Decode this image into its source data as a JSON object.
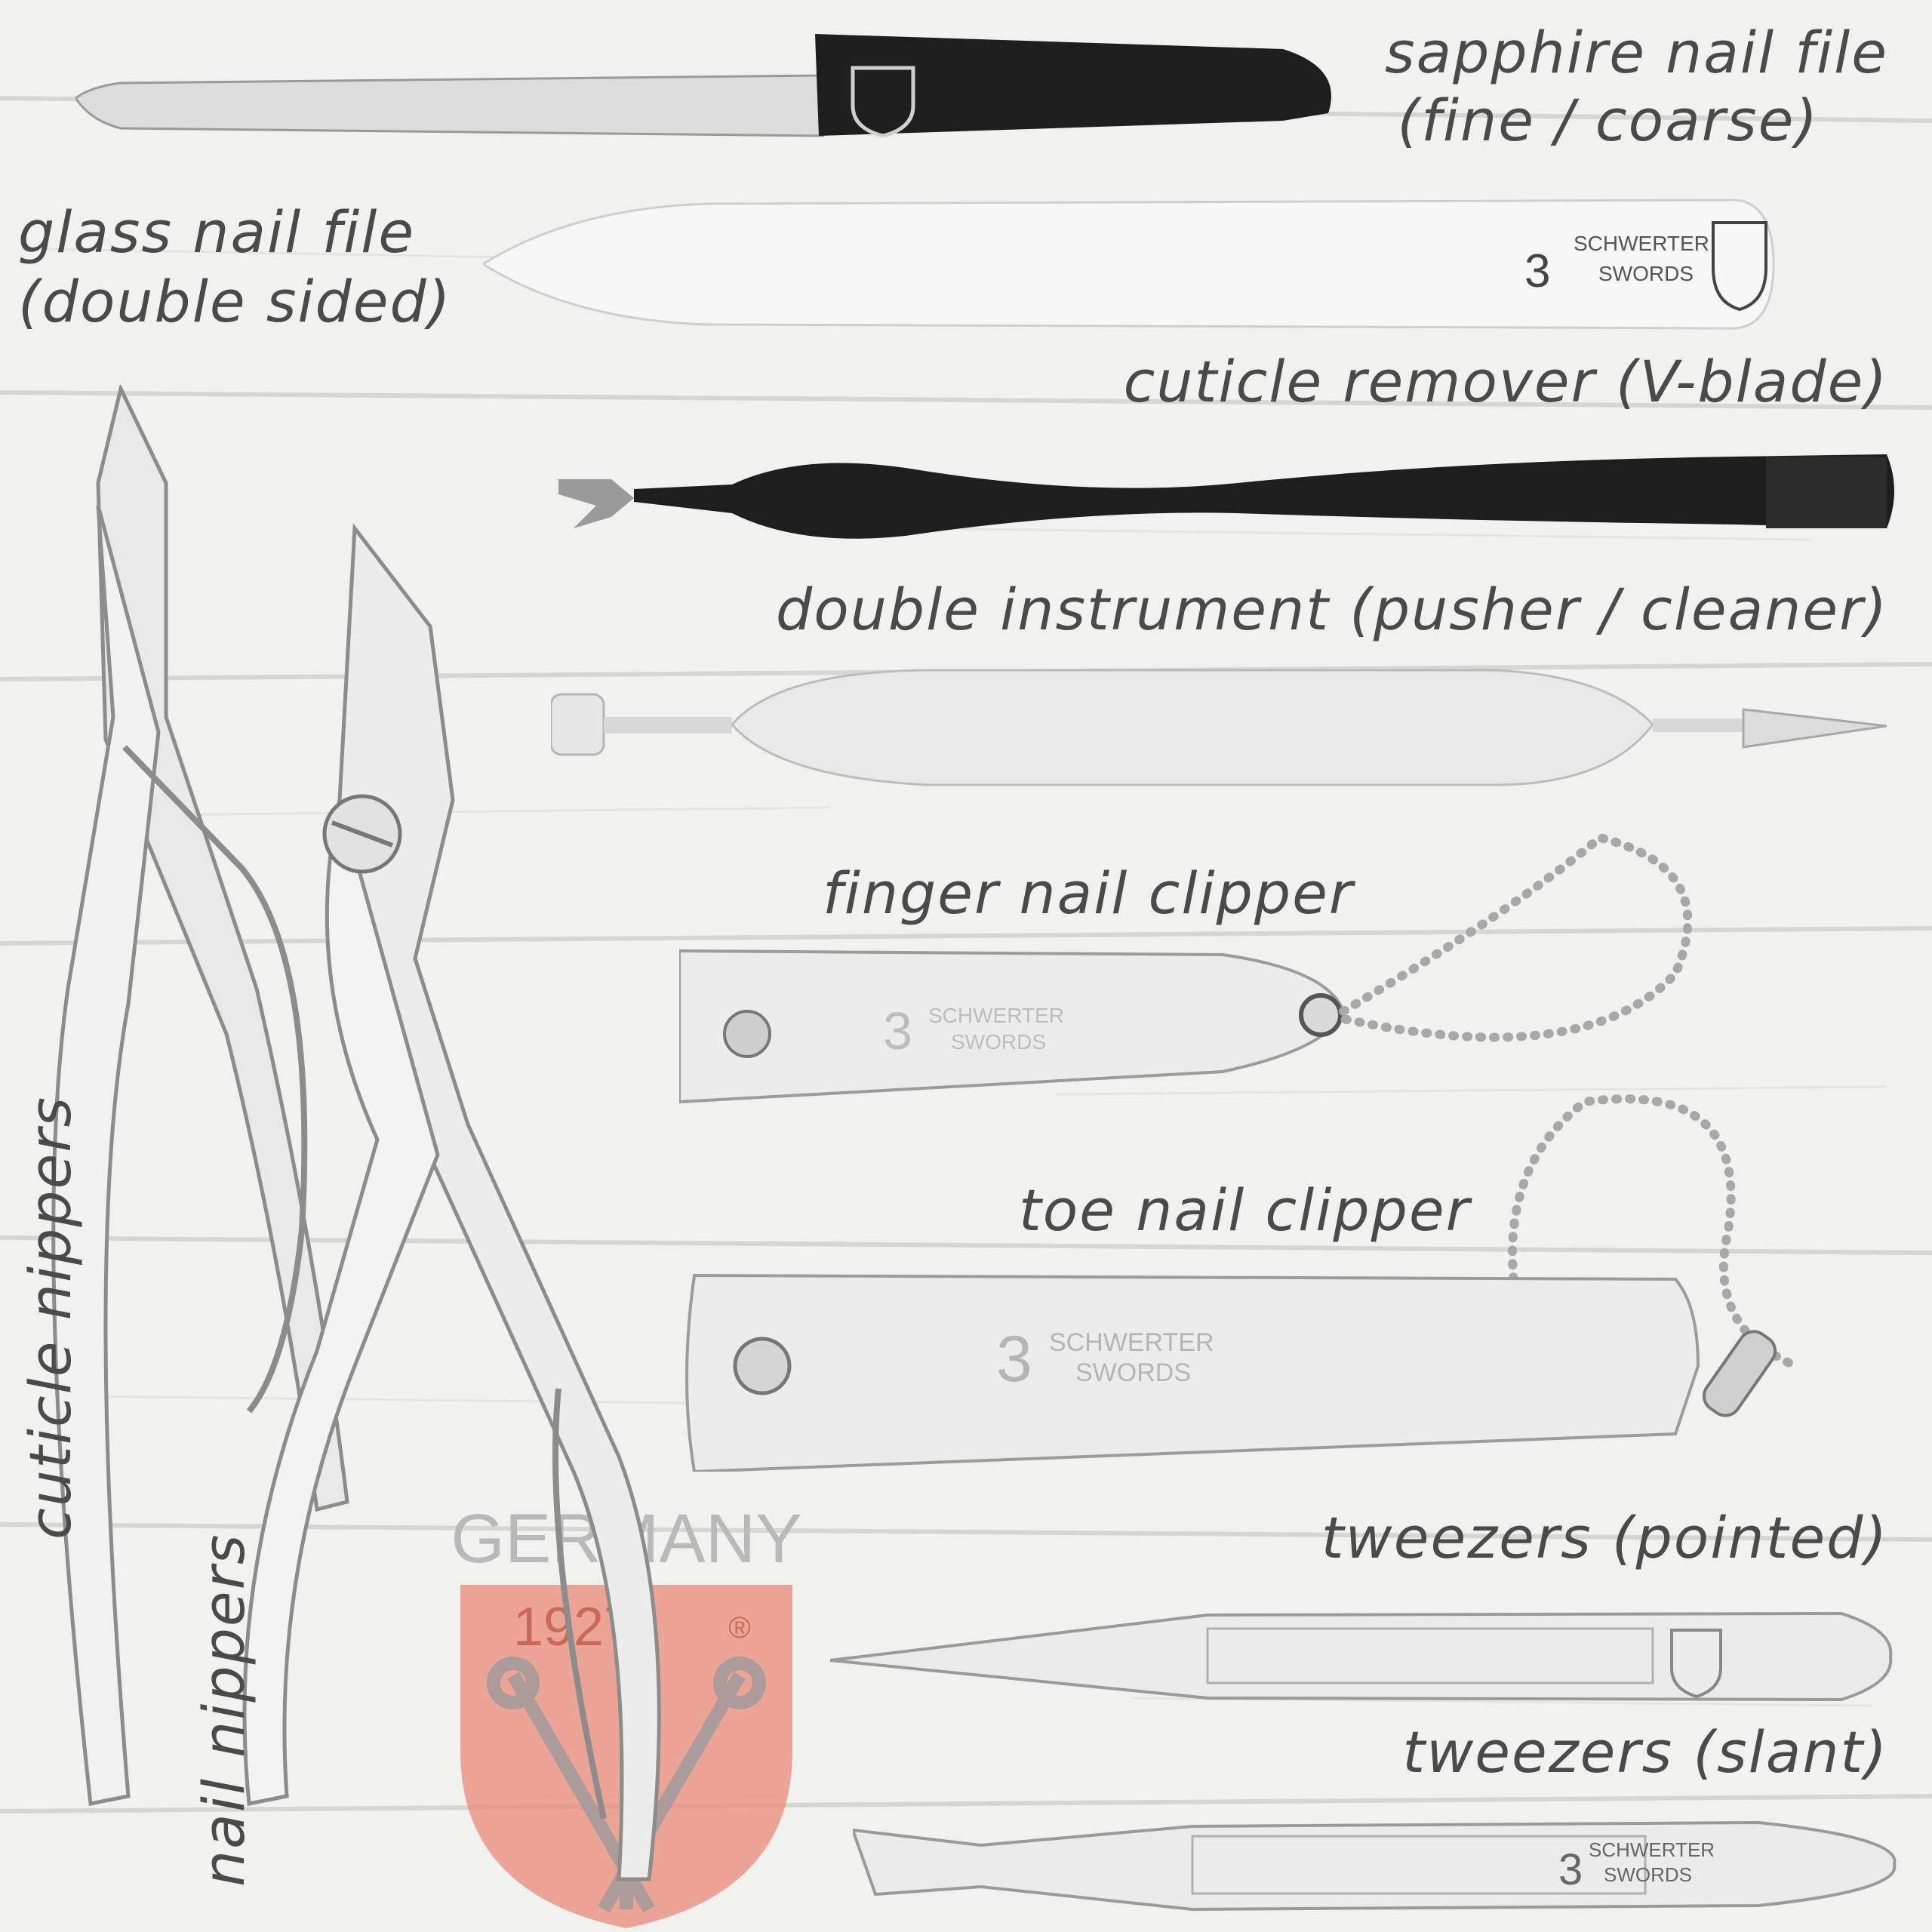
{
  "labels": {
    "sapphire_line1": "sapphire nail file",
    "sapphire_line2": "(fine / coarse)",
    "glass_line1": "glass nail file",
    "glass_line2": "(double sided)",
    "cuticle_remover": "cuticle remover (V-blade)",
    "double_instrument": "double instrument (pusher / cleaner)",
    "finger_clipper": "finger nail clipper",
    "toe_clipper": "toe nail clipper",
    "tweezers_pointed": "tweezers (pointed)",
    "tweezers_slant": "tweezers (slant)",
    "cuticle_nippers": "cuticle nippers",
    "nail_nippers": "nail nippers"
  },
  "brand": {
    "numeral": "3",
    "name_line1": "SCHWERTER",
    "name_line2": "SWORDS",
    "year": "1927",
    "country": "GERMANY",
    "registered": "®"
  },
  "colors": {
    "background": "#f1f1ef",
    "plank_line": "#d9d9d6",
    "label_text": "#4a4a4a",
    "steel_light": "#f4f4f4",
    "steel_dark": "#8e8e8e",
    "handle_black": "#1e1e1e",
    "logo_red": "#e98a78"
  }
}
